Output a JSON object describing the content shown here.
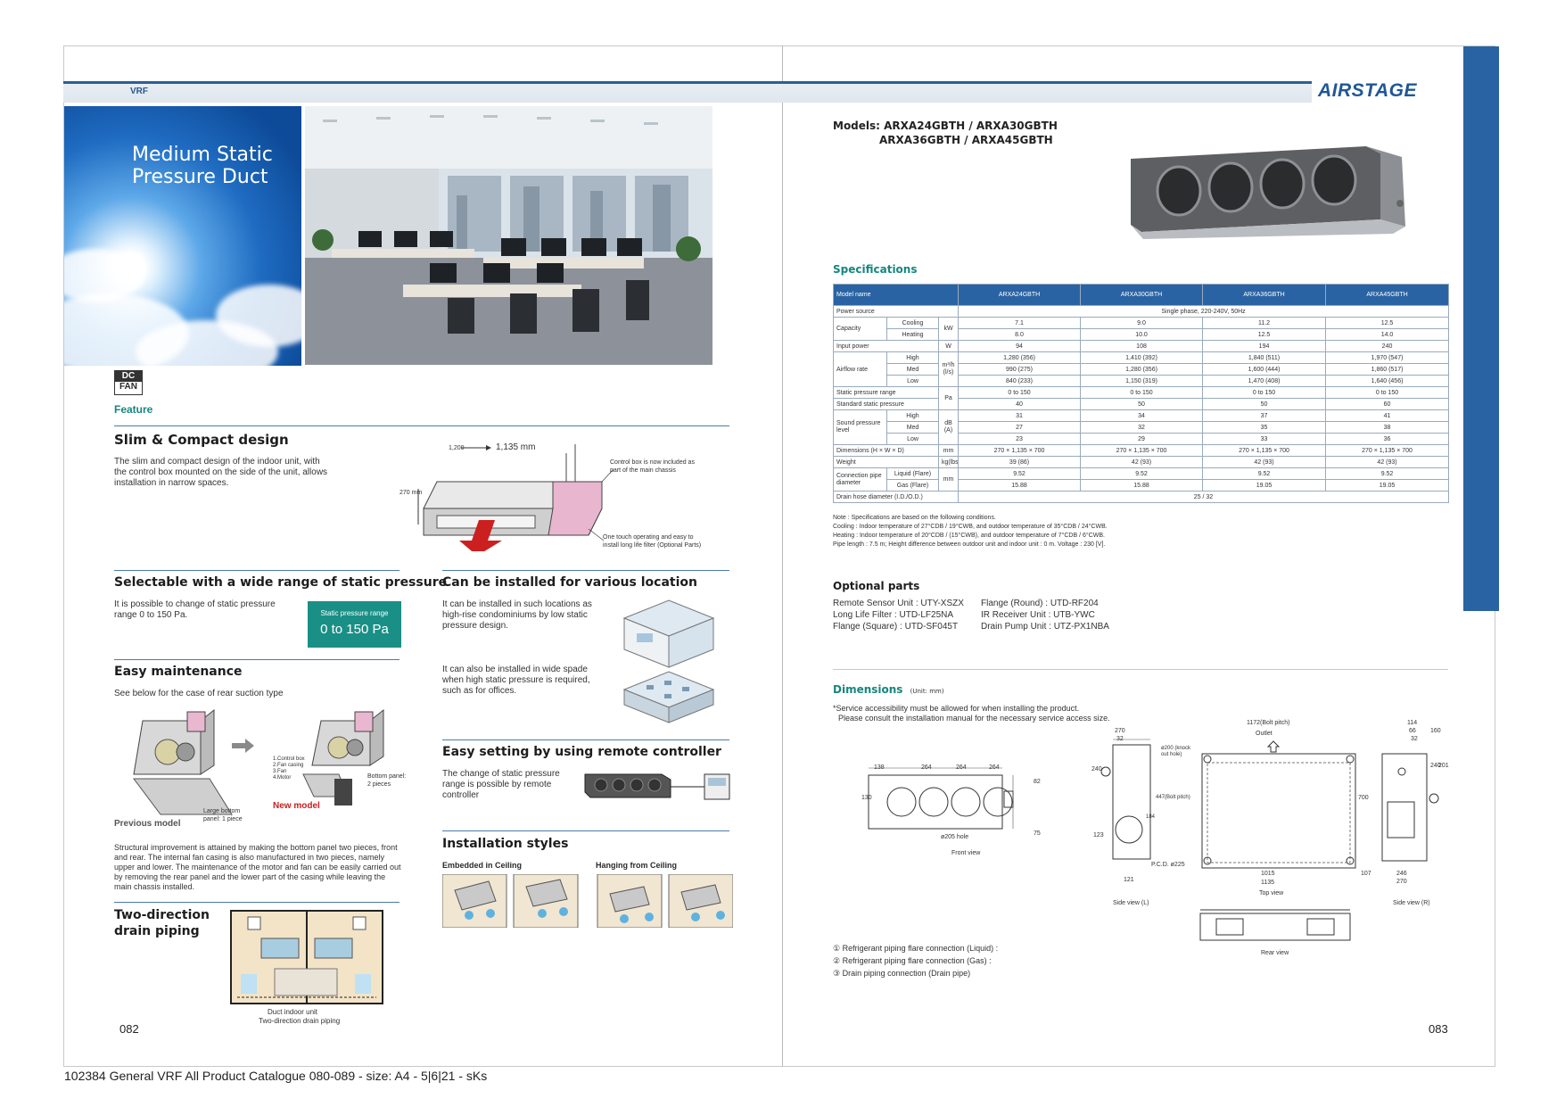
{
  "header": {
    "section": "VRF",
    "brand": "AIRSTAGE"
  },
  "hero": {
    "title_line1": "Medium Static",
    "title_line2": "Pressure Duct"
  },
  "badge": {
    "line1": "DC",
    "line2": "FAN"
  },
  "feature_label": "Feature",
  "slim": {
    "title": "Slim & Compact design",
    "text": [
      "The slim and compact design of the indoor unit, with",
      "the control box mounted on the side of the unit, allows",
      "installation in narrow spaces."
    ],
    "dim_top_small": "1,200",
    "dim_top": "1,135 mm",
    "dim_side": "270 mm",
    "callout1": [
      "Control box is now included as",
      "part of the main chassis"
    ],
    "callout2": [
      "One touch operating and easy to",
      "install long life filter (Optional Parts)"
    ]
  },
  "selectable": {
    "title": "Selectable with a wide range of static pressure",
    "text": [
      "It is possible to change of static pressure",
      "range 0 to 150 Pa."
    ],
    "box_label": "Static pressure range",
    "box_value": "0 to 150 Pa"
  },
  "maintenance": {
    "title": "Easy maintenance",
    "subtitle": "See below for the case of rear suction type",
    "legend": [
      "1.Control box",
      "2.Fan casing",
      "3.Fan",
      "4.Motor"
    ],
    "large_panel": [
      "Large bottom",
      "panel: 1 piece"
    ],
    "bottom_panel": [
      "Bottom panel:",
      "2 pieces"
    ],
    "previous": "Previous model",
    "new": "New model",
    "text": [
      "Structural improvement is attained by making the bottom panel two pieces, front",
      "and rear. The internal fan casing is also manufactured in two pieces, namely",
      "upper and lower. The maintenance of the motor and fan can be easily carried out",
      "by removing the rear panel and the lower part of the casing while leaving the",
      "main chassis installed."
    ]
  },
  "drain": {
    "title_line1": "Two-direction",
    "title_line2": "drain piping",
    "label1": "Duct indoor unit",
    "label2": "Two-direction drain piping"
  },
  "location": {
    "title": "Can be installed for various location",
    "text1": [
      "It can be installed in such locations as",
      "high-rise condominiums by low static",
      "pressure design."
    ],
    "text2": [
      "It can also be installed in wide spade",
      "when high static pressure is required,",
      "such as for offices."
    ]
  },
  "remote": {
    "title": "Easy setting by using remote controller",
    "text": [
      "The change of static pressure",
      "range is possible by remote",
      "controller"
    ]
  },
  "install": {
    "title": "Installation styles",
    "embedded": "Embedded in Ceiling",
    "hanging": "Hanging from Ceiling"
  },
  "pages": {
    "left": "082",
    "right": "083"
  },
  "footer": "102384 General VRF All Product Catalogue 080-089 - size: A4 - 5|6|21 - sKs",
  "models": {
    "line1": "Models: ARXA24GBTH / ARXA30GBTH",
    "line2": "ARXA36GBTH / ARXA45GBTH"
  },
  "spec": {
    "title": "Specifications",
    "header": [
      "Model name",
      "ARXA24GBTH",
      "ARXA30GBTH",
      "ARXA36GBTH",
      "ARXA45GBTH"
    ],
    "power_label": "Power source",
    "power_value": "Single phase, 220-240V, 50Hz",
    "capacity": "Capacity",
    "cooling": "Cooling",
    "heating": "Heating",
    "kw": "kW",
    "cap_cool": [
      "7.1",
      "9.0",
      "11.2",
      "12.5"
    ],
    "cap_heat": [
      "8.0",
      "10.0",
      "12.5",
      "14.0"
    ],
    "input_label": "Input power",
    "w": "W",
    "input": [
      "94",
      "108",
      "194",
      "240"
    ],
    "airflow": "Airflow rate",
    "high": "High",
    "med": "Med",
    "low": "Low",
    "airflow_unit": "m³/h (l/s)",
    "air_high": [
      "1,280 (356)",
      "1,410 (392)",
      "1,840 (511)",
      "1,970 (547)"
    ],
    "air_med": [
      "990 (275)",
      "1,280 (356)",
      "1,600 (444)",
      "1,860 (517)"
    ],
    "air_low": [
      "840 (233)",
      "1,150 (319)",
      "1,470 (408)",
      "1,640 (456)"
    ],
    "sp_range_label": "Static pressure range",
    "pa": "Pa",
    "sp_range": [
      "0 to 150",
      "0 to 150",
      "0 to 150",
      "0 to 150"
    ],
    "std_sp_label": "Standard static pressure",
    "std_sp": [
      "40",
      "50",
      "50",
      "60"
    ],
    "sound": "Sound pressure level",
    "db": "dB (A)",
    "snd_high": [
      "31",
      "34",
      "37",
      "41"
    ],
    "snd_med": [
      "27",
      "32",
      "35",
      "38"
    ],
    "snd_low": [
      "23",
      "29",
      "33",
      "36"
    ],
    "dim_label": "Dimensions (H × W × D)",
    "mm": "mm",
    "dims": [
      "270 × 1,135 × 700",
      "270 × 1,135 × 700",
      "270 × 1,135 × 700",
      "270 × 1,135 × 700"
    ],
    "weight_label": "Weight",
    "kg": "kg(lbs)",
    "weight": [
      "39 (86)",
      "42 (93)",
      "42 (93)",
      "42 (93)"
    ],
    "pipe_label": "Connection pipe diameter",
    "liquid": "Liquid (Flare)",
    "gas": "Gas (Flare)",
    "liq": [
      "9.52",
      "9.52",
      "9.52",
      "9.52"
    ],
    "gas_v": [
      "15.88",
      "15.88",
      "19.05",
      "19.05"
    ],
    "drain_label": "Drain hose diameter (I.D./O.D.)",
    "drain_value": "25 / 32",
    "notes": [
      "Note : Specifications are based on the following conditions.",
      "Cooling : Indoor temperature of 27°CDB / 19°CWB, and outdoor temperature of 35°CDB / 24°CWB.",
      "Heating : Indoor temperature of 20°CDB / (15°CWB), and outdoor temperature of 7°CDB / 6°CWB.",
      "Pipe length : 7.5 m; Height difference between outdoor unit and indoor unit : 0 m.  Voltage : 230 [V]."
    ]
  },
  "optional": {
    "title": "Optional parts",
    "col1": [
      "Remote Sensor Unit : UTY-XSZX",
      "Long Life Filter :       UTD-LF25NA",
      "Flange (Square) :      UTD-SF045T"
    ],
    "col2": [
      "Flange (Round) :  UTD-RF204",
      "IR Receiver Unit :  UTB-YWC",
      "Drain Pump Unit : UTZ-PX1NBA"
    ]
  },
  "dimensions": {
    "title": "Dimensions",
    "unit": "(Unit: mm)",
    "note1": "*Service accessibility must be allowed for when installing the product.",
    "note2": "Please consult the installation manual for the necessary service access size.",
    "front": {
      "label": "Front view",
      "d138": "138",
      "d264a": "264",
      "d264b": "264",
      "d264c": "264",
      "d82": "82",
      "d75": "75",
      "d130": "130",
      "hole": "ø205 hole"
    },
    "side_l": {
      "label": "Side view (L)",
      "d270": "270",
      "d32": "32",
      "d240": "240",
      "d123": "123",
      "d447": "447(Bolt pitch)",
      "d184": "184",
      "d121": "121",
      "knock": "ø200 (knock out hole)",
      "pcd": "P.C.D. ø225"
    },
    "top": {
      "label": "Top view",
      "bolt": "1172(Bolt pitch)",
      "outlet": "Outlet",
      "d1015": "1015",
      "d1135": "1135",
      "d107": "107",
      "d700": "700"
    },
    "side_r": {
      "label": "Side view (R)",
      "d114": "114",
      "d66": "66",
      "d32": "32",
      "d160": "160",
      "d240": "240",
      "d201": "201",
      "d246": "246",
      "d270": "270"
    },
    "rear": {
      "label": "Rear view"
    },
    "legend": [
      "① Refrigerant piping flare connection (Liquid) :",
      "② Refrigerant piping flare connection (Gas) :",
      "③ Drain piping connection (Drain pipe)"
    ]
  }
}
